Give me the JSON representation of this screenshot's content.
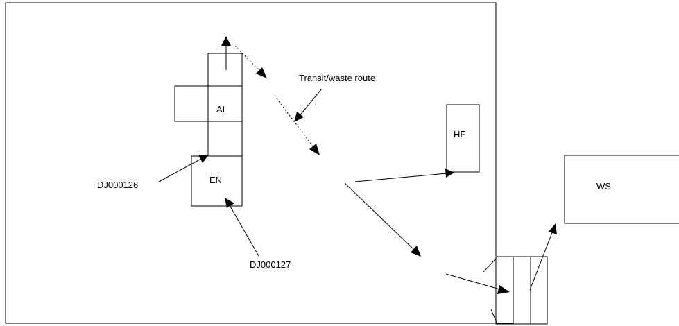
{
  "labels": {
    "transit_route": "Transit/waste route",
    "al": "AL",
    "en": "EN",
    "hf": "HF",
    "ws": "WS",
    "dj126": "DJ000126",
    "dj127": "DJ000127"
  }
}
